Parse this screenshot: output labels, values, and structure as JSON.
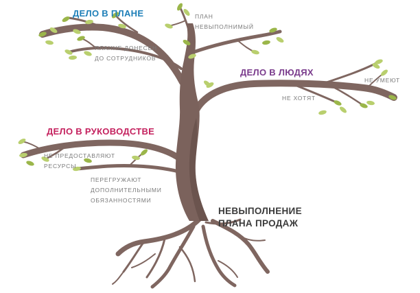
{
  "colors": {
    "trunk": "#7b625c",
    "trunk_shadow": "#5e4944",
    "branch": "#7f6660",
    "leaf": "#b9cf6e",
    "leaf_dark": "#9bb64a",
    "plan": "#1e7fb8",
    "people": "#7a3b8c",
    "management": "#c4215e",
    "main_text": "#3a3a3a",
    "sub_text": "#7a7a7a"
  },
  "categories": {
    "plan": {
      "title": "ДЕЛО В ПЛАНЕ",
      "causes": {
        "unfeasible": [
          "ПЛАН",
          "НЕВЫПОЛНИМЫЙ"
        ],
        "not_communicated": [
          "ПЛАННЕ ДОНЕСЕН",
          "ДО СОТРУДНИКОВ"
        ]
      }
    },
    "people": {
      "title": "ДЕЛО В ЛЮДЯХ",
      "causes": {
        "cannot": "НЕ УМЕЮТ",
        "do_not_want": "НЕ ХОТЯТ"
      }
    },
    "management": {
      "title": "ДЕЛО В РУКОВОДСТВЕ",
      "causes": {
        "no_resources": [
          "НЕ ПРЕДОСТАВЛЯЮТ",
          "РЕСУРСЫ"
        ],
        "overload": [
          "ПЕРЕГРУЖАЮТ",
          "ДОПОЛНИТЕЛЬНЫМИ",
          "ОБЯЗАННОСТЯМИ"
        ]
      }
    }
  },
  "root_problem": [
    "НЕВЫПОЛНЕНИЕ",
    "ПЛАНА ПРОДАЖ"
  ]
}
